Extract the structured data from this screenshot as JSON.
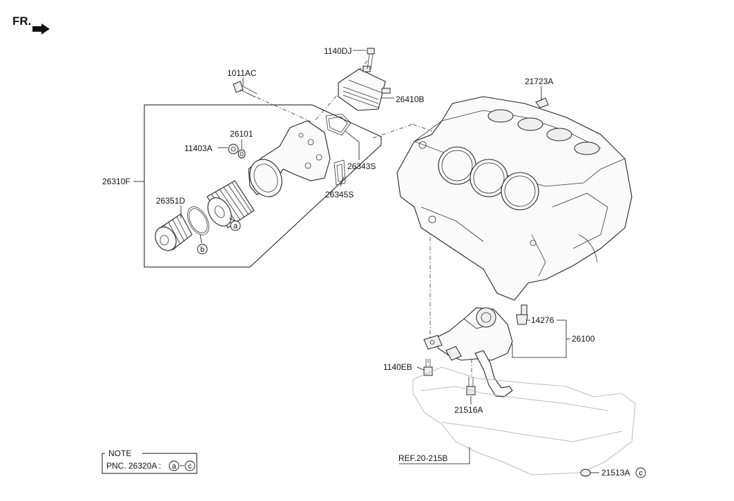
{
  "direction": "FR.",
  "labels": {
    "p1140DJ": "1140DJ",
    "p1011AC": "1011AC",
    "p26410B": "26410B",
    "p21723A": "21723A",
    "p26101": "26101",
    "p11403A": "11403A",
    "p26343S": "26343S",
    "p26345S": "26345S",
    "p26310F": "26310F",
    "p26351D": "26351D",
    "p14276": "14276",
    "p26100": "26100",
    "p1140EB": "1140EB",
    "p21516A": "21516A",
    "ref": "REF.20-215B",
    "p21513A": "21513A"
  },
  "callouts": {
    "a": "a",
    "b": "b",
    "c": "c"
  },
  "note": {
    "title": "NOTE",
    "pnc": "PNC. 26320A :",
    "range_start": "a",
    "range_sep": "~",
    "range_end": "c"
  }
}
